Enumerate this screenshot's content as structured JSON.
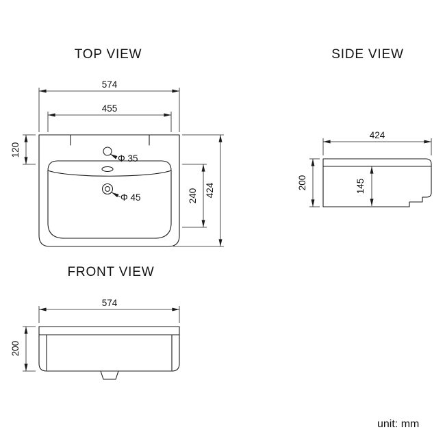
{
  "page": {
    "unit_label": "unit: mm"
  },
  "top_view": {
    "title": "TOP VIEW",
    "dim_width": "574",
    "dim_inner_width": "455",
    "dim_back_depth": "120",
    "dim_basin_depth": "240",
    "dim_total_depth": "424",
    "faucet_hole_label": "Φ 35",
    "drain_hole_label": "Φ 45"
  },
  "side_view": {
    "title": "SIDE VIEW",
    "dim_depth": "424",
    "dim_height": "200",
    "dim_inner_height": "145"
  },
  "front_view": {
    "title": "FRONT VIEW",
    "dim_width": "574",
    "dim_height": "200"
  }
}
